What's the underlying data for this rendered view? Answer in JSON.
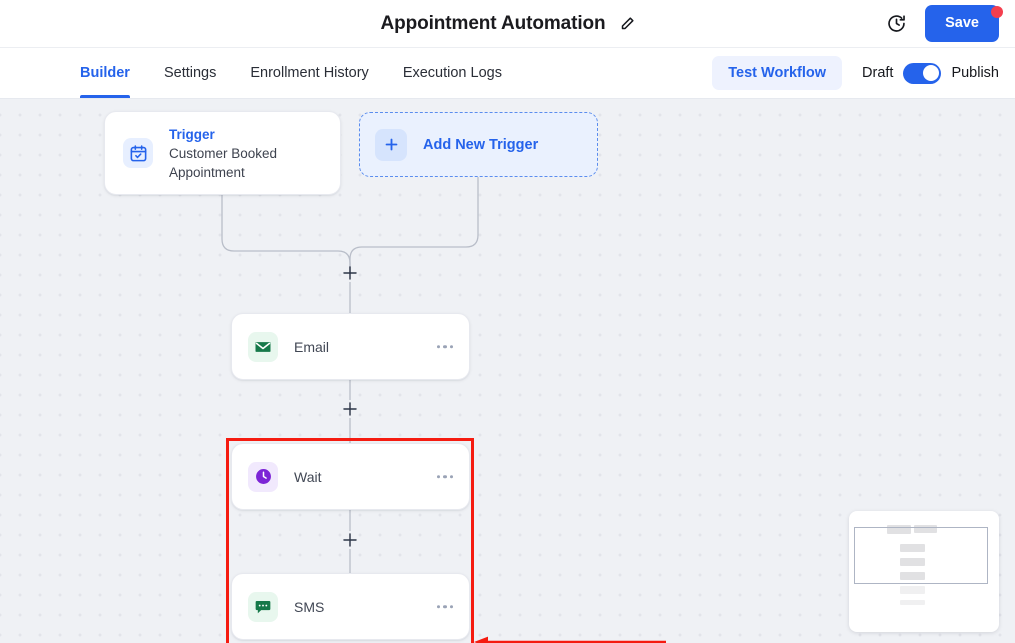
{
  "header": {
    "title": "Appointment Automation",
    "edit_icon": "pencil-icon",
    "history_icon": "clock-history-icon",
    "save_label": "Save",
    "save_badge": "notification-dot",
    "accent_color": "#2563eb",
    "badge_color": "#f43f4e"
  },
  "tabs": [
    {
      "label": "Builder",
      "active": true
    },
    {
      "label": "Settings",
      "active": false
    },
    {
      "label": "Enrollment History",
      "active": false
    },
    {
      "label": "Execution Logs",
      "active": false
    }
  ],
  "toolbar": {
    "test_workflow_label": "Test Workflow",
    "draft_label": "Draft",
    "publish_label": "Publish",
    "toggle_state": "on",
    "toggle_color": "#2563eb"
  },
  "canvas": {
    "background_color": "#eff1f5",
    "dot_color": "#e2e4ea",
    "edge_color": "#b9bec9"
  },
  "nodes": {
    "trigger": {
      "kind_label": "Trigger",
      "name_line_1": "Customer Booked",
      "name_line_2": "Appointment",
      "icon": "calendar-check-icon",
      "icon_color": "#2563eb",
      "icon_bg": "#e7efff"
    },
    "add_trigger": {
      "label": "Add New Trigger",
      "icon": "plus-icon",
      "icon_color": "#2563eb",
      "icon_bg": "#d6e4fd",
      "border_color": "#5b8dee",
      "fill": "#eaf1fe"
    },
    "email": {
      "label": "Email",
      "icon": "envelope-icon",
      "icon_color": "#16794a",
      "icon_bg": "#e8f7ee",
      "menu": "more-options-icon"
    },
    "wait": {
      "label": "Wait",
      "icon": "clock-icon",
      "icon_color": "#7c24d6",
      "icon_bg": "#f1e9fd",
      "menu": "more-options-icon"
    },
    "sms": {
      "label": "SMS",
      "icon": "chat-bubble-icon",
      "icon_color": "#16794a",
      "icon_bg": "#e8f7ee",
      "menu": "more-options-icon"
    }
  },
  "plus_handles": {
    "after_trigger": "+",
    "after_email": "+",
    "after_wait": "+"
  },
  "annotation": {
    "color": "#f51b10",
    "shape": "highlight-box-with-left-arrow"
  },
  "minimap": {
    "viewport_border": "#aeb5c4",
    "node_color": "#e1e1e3"
  }
}
